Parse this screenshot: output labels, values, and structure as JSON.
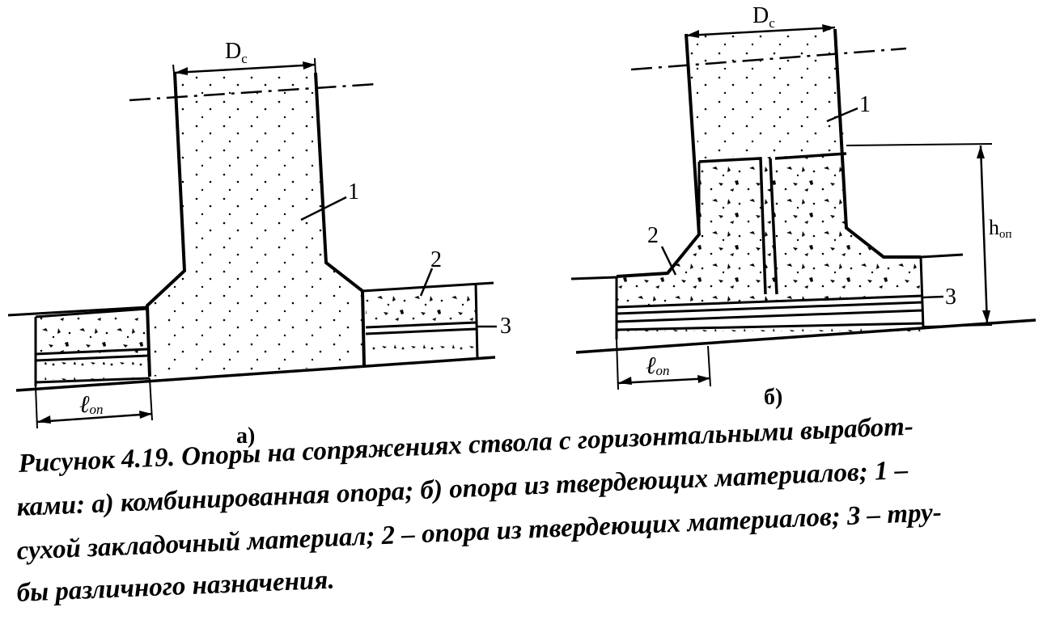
{
  "figure": {
    "part_a": {
      "dimension_top": "D",
      "dimension_top_sub": "c",
      "dimension_bottom": "ℓ",
      "dimension_bottom_sub": "оп",
      "callouts": [
        "1",
        "2",
        "3"
      ],
      "part_label": "а)"
    },
    "part_b": {
      "dimension_top": "D",
      "dimension_top_sub": "c",
      "dimension_bottom": "ℓ",
      "dimension_bottom_sub": "оп",
      "dimension_height": "h",
      "dimension_height_sub": "оп",
      "callouts": [
        "1",
        "2",
        "3"
      ],
      "part_label": "б)"
    }
  },
  "caption": {
    "lines": [
      {
        "bold": "",
        "text": "ками: а) комбинированная опора; б) опора из твердеющих материалов; 1 –"
      },
      {
        "bold": "",
        "text": "сухой закладочный материал; 2 – опора из твердеющих материалов; 3 – тру-"
      },
      {
        "bold": "",
        "text": "бы различного назначения."
      }
    ],
    "first_line_bold": "Рисунок 4.19.",
    "first_line_text": " Опоры на сопряжениях ствола с горизонтальными выработ-"
  }
}
